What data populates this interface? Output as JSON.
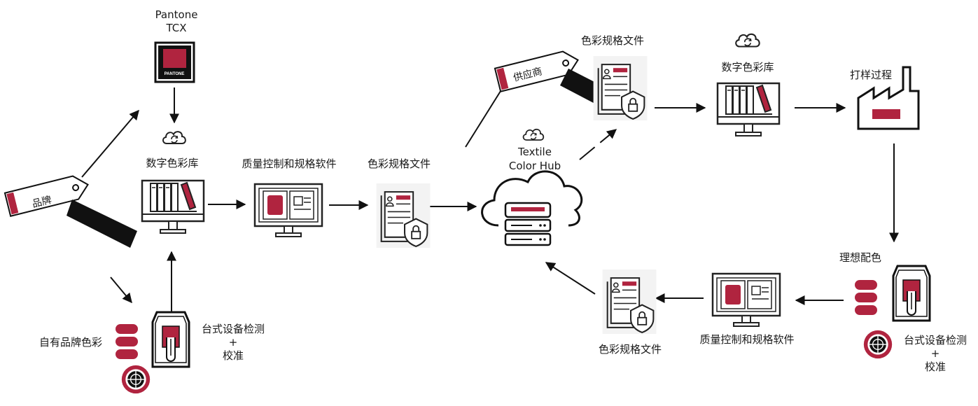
{
  "colors": {
    "accent": "#b0243f",
    "ink": "#1a1a1a",
    "line": "#111111",
    "light": "#f2f2f2"
  },
  "labels": {
    "pantone": [
      "Pantone",
      "TCX"
    ],
    "pantone_logo": "PANTONE",
    "brand_tag": "品牌",
    "digital_library_left": "数字色彩库",
    "qc_software_top": "质量控制和规格软件",
    "color_spec_top": "色彩规格文件",
    "textile_hub": [
      "Textile",
      "Color Hub"
    ],
    "supplier_tag": "供应商",
    "color_spec_supplier": "色彩规格文件",
    "digital_library_right": "数字色彩库",
    "sampling_process": "打样过程",
    "ideal_match": "理想配色",
    "bench_right": [
      "台式设备检测",
      "+",
      "校准"
    ],
    "qc_software_bottom": "质量控制和规格软件",
    "color_spec_bottom": "色彩规格文件",
    "own_brand_colors": "自有品牌色彩",
    "bench_left": [
      "台式设备检测",
      "+",
      "校准"
    ]
  },
  "icons": [
    "pantone-swatch-icon",
    "brand-tag-icon",
    "cloud-sync-icon",
    "color-library-monitor-icon",
    "qc-software-monitor-icon",
    "spec-document-lock-icon",
    "cloud-server-icon",
    "supplier-tag-icon",
    "factory-icon",
    "database-stack-icon",
    "spectrophotometer-icon",
    "calibration-target-icon"
  ]
}
